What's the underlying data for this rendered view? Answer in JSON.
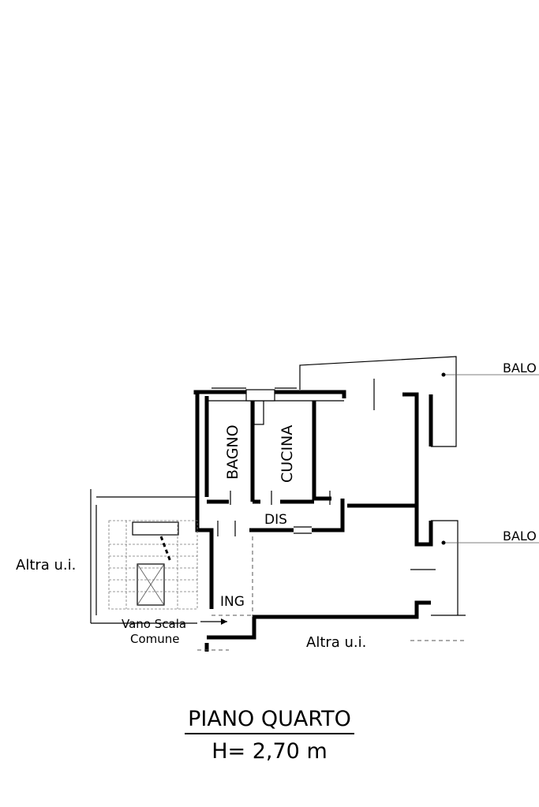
{
  "rooms": {
    "bagno": "BAGNO",
    "cucina": "CUCINA",
    "dis": "DIS",
    "ing": "ING"
  },
  "balconies": {
    "upper": "BALO",
    "lower": "BALO"
  },
  "neighbors": {
    "left": "Altra u.i.",
    "bottom": "Altra u.i."
  },
  "stairwell": {
    "line1": "Vano Scala",
    "line2": "Comune"
  },
  "title": {
    "floor": "PIANO QUARTO",
    "height": "H= 2,70 m"
  }
}
